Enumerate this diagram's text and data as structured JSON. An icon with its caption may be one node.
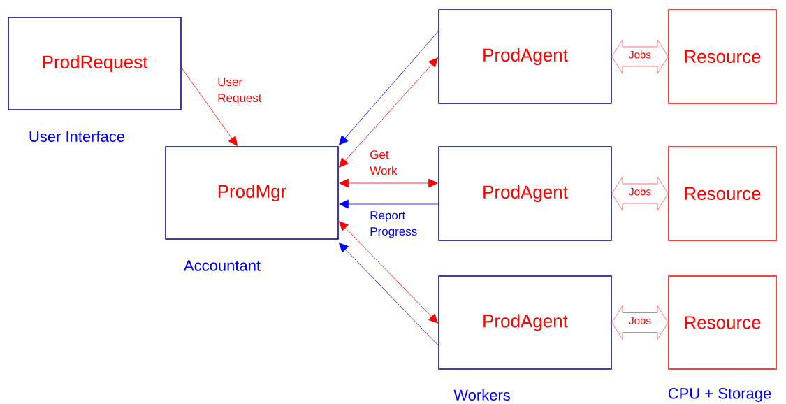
{
  "diagram": {
    "nodes": [
      {
        "text": [
          "ProdRequest"
        ],
        "beside": [
          "User Interface"
        ]
      },
      {
        "text": [
          "ProdMgr"
        ],
        "beside": [
          "Accountant"
        ]
      },
      {
        "text": [
          "ProdAgent"
        ]
      },
      {
        "text": [
          "ProdAgent"
        ]
      },
      {
        "text": [
          "ProdAgent"
        ]
      },
      {
        "text": [
          "Resource"
        ]
      },
      {
        "text": [
          "Resource"
        ]
      },
      {
        "text": [
          "Resource"
        ]
      }
    ],
    "edges": [
      {
        "from": 0,
        "to": 1,
        "arrow": "to",
        "label": "User Request"
      },
      {
        "from": 2,
        "to": 1,
        "arrow": "to",
        "color": "#0000ff"
      },
      {
        "from": 1,
        "to": 2,
        "arrow": "both"
      },
      {
        "from": 1,
        "to": 3,
        "arrow": "both",
        "label": "Get Work"
      },
      {
        "from": 3,
        "to": 1,
        "arrow": "to",
        "color": "#0000ff",
        "label": "Report Progress"
      },
      {
        "from": 1,
        "to": 4,
        "arrow": "both"
      },
      {
        "from": 4,
        "to": 1,
        "arrow": "to",
        "color": "#0000ff"
      },
      {
        "from": 2,
        "to": 5,
        "arrow": "both",
        "label": "Jobs"
      },
      {
        "from": 3,
        "to": 6,
        "arrow": "both",
        "label": "Jobs"
      },
      {
        "from": 4,
        "to": 7,
        "arrow": "both",
        "label": "Jobs"
      }
    ],
    "labels": [
      "Workers",
      "CPU + Storage"
    ]
  }
}
